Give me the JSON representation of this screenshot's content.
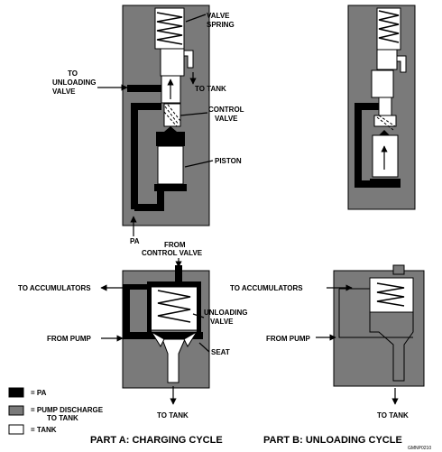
{
  "labels": {
    "valve_spring_1": "VALVE",
    "valve_spring_2": "SPRING",
    "to_unloading_1": "TO",
    "to_unloading_2": "UNLOADING",
    "to_unloading_3": "VALVE",
    "to_tank_top": "TO TANK",
    "control_valve_1": "CONTROL",
    "control_valve_2": "VALVE",
    "piston": "PISTON",
    "pa": "PA",
    "from_control_1": "FROM",
    "from_control_2": "CONTROL VALVE",
    "to_accumulators_a": "TO ACCUMULATORS",
    "to_accumulators_b": "TO ACCUMULATORS",
    "unloading_valve_1": "UNLOADING",
    "unloading_valve_2": "VALVE",
    "from_pump_a": "FROM PUMP",
    "from_pump_b": "FROM PUMP",
    "seat": "SEAT",
    "to_tank_a": "TO TANK",
    "to_tank_b": "TO TANK"
  },
  "legend": {
    "pa": "= PA",
    "discharge_1": "= PUMP DISCHARGE",
    "discharge_2": "TO TANK",
    "tank": "= TANK"
  },
  "captions": {
    "part_a": "PART A:  CHARGING CYCLE",
    "part_b": "PART B:  UNLOADING CYCLE",
    "figure_code": "GMNP0210"
  },
  "colors": {
    "pump_discharge": "#7a7a7a",
    "pa": "#000000",
    "tank": "#ffffff"
  }
}
